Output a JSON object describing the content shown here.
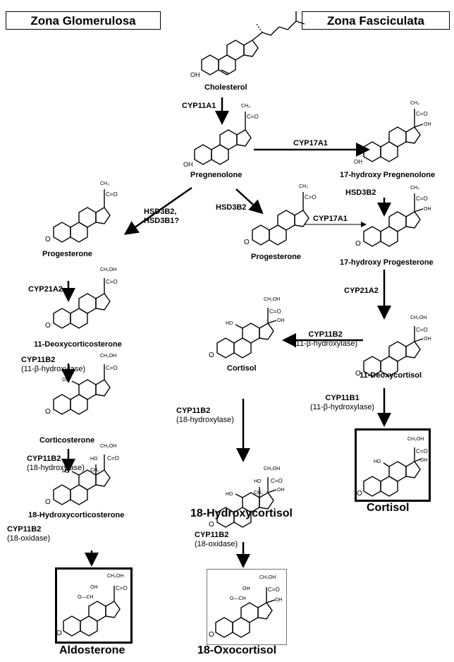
{
  "headers": {
    "left": "Zona Glomerulosa",
    "right": "Zona Fasciculata"
  },
  "molecules": {
    "cholesterol": "Cholesterol",
    "pregnenolone": "Pregnenolone",
    "hydroxy_pregnenolone": "17-hydroxy Pregnenolone",
    "progesterone_left": "Progesterone",
    "progesterone_mid": "Progesterone",
    "hydroxy_progesterone": "17-hydroxy Progesterone",
    "deoxycorticosterone": "11-Deoxycorticosterone",
    "cortisol_mid": "Cortisol",
    "deoxycortisol": "11-Deoxycortisol",
    "corticosterone": "Corticosterone",
    "hydroxycorticosterone": "18-Hydroxycorticosterone",
    "hydroxycortisol": "18-Hydroxycortisol",
    "cortisol_final": "Cortisol",
    "aldosterone": "Aldosterone",
    "oxocortisol": "18-Oxocortisol"
  },
  "enzymes": {
    "cyp11a1": "CYP11A1",
    "cyp17a1_top": "CYP17A1",
    "hsd3b2_left": "HSD3B2,",
    "hsd3b1_left": "HSD3B1?",
    "hsd3b2_mid": "HSD3B2",
    "hsd3b2_right": "HSD3B2",
    "cyp17a1_mid": "CYP17A1",
    "cyp21a2_left": "CYP21A2",
    "cyp21a2_right": "CYP21A2",
    "cyp11b2_a": "CYP11B2",
    "cyp11b2_a_sub": "(11-β-hydroxylase)",
    "cyp11b2_b": "CYP11B2",
    "cyp11b2_b_sub": "(11-β-hydroxylase)",
    "cyp11b2_c": "CYP11B2",
    "cyp11b2_c_sub": "(18-hydroxylase)",
    "cyp11b2_d": "CYP11B2",
    "cyp11b2_d_sub": "(18-hydroxylase)",
    "cyp11b2_e": "CYP11B2",
    "cyp11b2_e_sub": "(18-oxidase)",
    "cyp11b2_f": "CYP11B2",
    "cyp11b2_f_sub": "(18-oxidase)",
    "cyp11b1": "CYP11B1",
    "cyp11b1_sub": "(11-β-hydroxylase)"
  },
  "groups": {
    "side_chain": "CH₃",
    "keto": "C=O",
    "hydroxymethyl": "CH₂OH",
    "hydroxyl": "OH",
    "ring_oxygen": "O",
    "bridge": "O—CH",
    "bridge_ch2": "CH₂",
    "ring_ketone": "O"
  }
}
